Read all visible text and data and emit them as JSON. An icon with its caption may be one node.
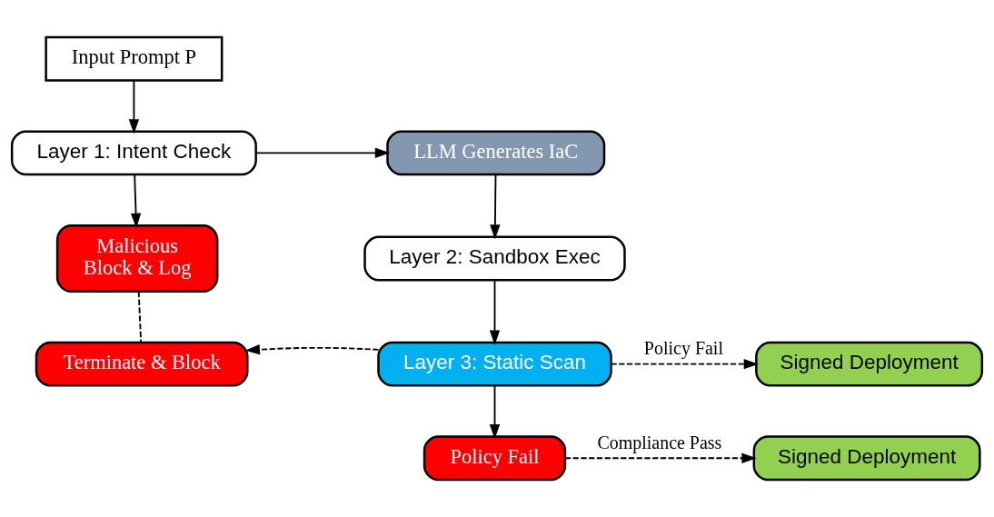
{
  "diagram": {
    "nodes": [
      {
        "text": [
          "Input Prompt P"
        ]
      },
      {
        "text": [
          "Layer 1: Intent Check"
        ]
      },
      {
        "text": [
          "LLM Generates IaC"
        ]
      },
      {
        "text": [
          "Malicious",
          "Block & Log"
        ]
      },
      {
        "text": [
          "Layer 2: Sandbox Exec"
        ]
      },
      {
        "text": [
          "Terminate & Block"
        ]
      },
      {
        "text": [
          "Layer 3: Static Scan"
        ]
      },
      {
        "text": [
          "Signed Deployment"
        ]
      },
      {
        "text": [
          "Policy Fail"
        ]
      },
      {
        "text": [
          "Signed Deployment"
        ]
      }
    ],
    "edges": [
      {
        "from": 0,
        "to": 1,
        "arrow": "to"
      },
      {
        "from": 1,
        "to": 2,
        "arrow": "to"
      },
      {
        "from": 1,
        "to": 3,
        "arrow": "to"
      },
      {
        "from": 2,
        "to": 4,
        "arrow": "to"
      },
      {
        "from": 4,
        "to": 6,
        "arrow": "to"
      },
      {
        "from": 3,
        "to": 5,
        "arrow": "none",
        "style": "dashed"
      },
      {
        "from": 6,
        "to": 7,
        "arrow": "to",
        "style": "dashed",
        "label": "Policy Fail"
      },
      {
        "from": 6,
        "to": 5,
        "arrow": "to",
        "style": "dashed"
      },
      {
        "from": 6,
        "to": 8,
        "arrow": "to"
      },
      {
        "from": 8,
        "to": 9,
        "arrow": "to",
        "style": "dashed",
        "label": "Compliance Pass"
      }
    ]
  }
}
